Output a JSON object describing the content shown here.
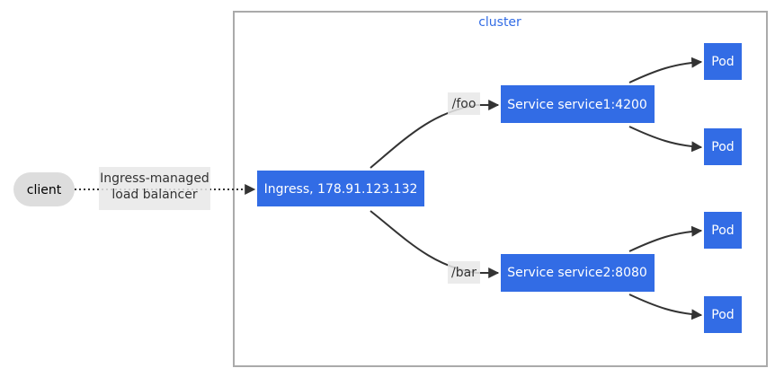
{
  "cluster": {
    "label": "cluster"
  },
  "nodes": {
    "client": "client",
    "ingress": "Ingress, 178.91.123.132",
    "service1": "Service service1:4200",
    "service2": "Service service2:8080",
    "pod1": "Pod",
    "pod2": "Pod",
    "pod3": "Pod",
    "pod4": "Pod"
  },
  "edges": {
    "client_to_ingress_line1": "Ingress-managed",
    "client_to_ingress_line2": "load balancer",
    "foo": "/foo",
    "bar": "/bar"
  },
  "colors": {
    "k8s_blue": "#326ce5",
    "cluster_border": "#aaaaaa",
    "client_fill": "#dddddd",
    "edge_stroke": "#333333"
  }
}
